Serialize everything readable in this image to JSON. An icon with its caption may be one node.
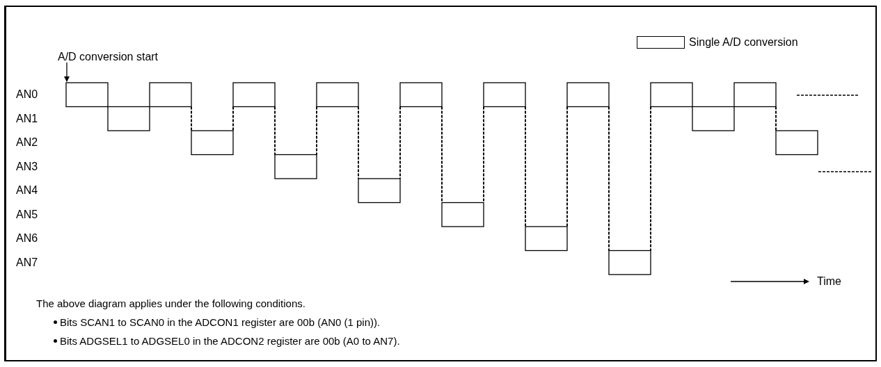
{
  "diagram": {
    "nodes": [
      {
        "text": [
          "A/D conversion start"
        ]
      },
      {
        "text": [],
        "shape": "box"
      }
    ],
    "edges": [
      {
        "from": 0,
        "to": 1,
        "arrow": "to"
      }
    ],
    "labels": [
      "AN0",
      "AN1",
      "AN2",
      "AN3",
      "AN4",
      "AN5",
      "AN6",
      "AN7",
      "Time",
      "The above diagram applies under the following conditions.",
      "Bits SCAN1 to SCAN0 in the ADCON1 register are 00b (AN0 (1 pin)).",
      "Bits ADGSEL1 to ADGSEL0 in the ADCON2 register are 00b (A0 to AN7)."
    ],
    "legend": [
      {
        "text": "Single A/D conversion"
      }
    ]
  }
}
